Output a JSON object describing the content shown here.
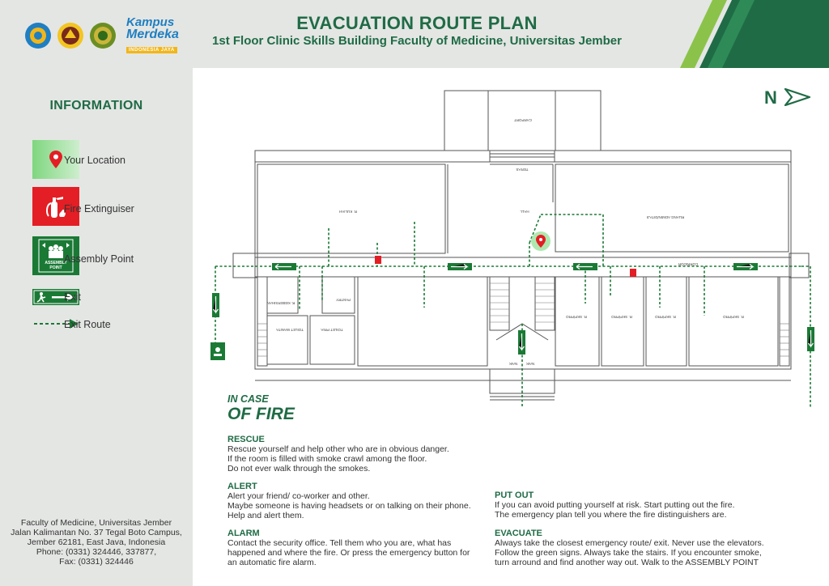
{
  "header": {
    "title": "EVACUATION ROUTE PLAN",
    "subtitle": "1st Floor Clinic Skills Building Faculty of Medicine, Universitas Jember",
    "logo_text_1": "Kampus",
    "logo_text_2": "Merdeka",
    "logo_text_3": "INDONESIA JAYA"
  },
  "info": {
    "title": "INFORMATION",
    "legend": {
      "location": "Your Location",
      "extinguisher": "Fire Extinguiser",
      "assembly": "Assembly Point",
      "exit": "Exit",
      "route": "Exit Route"
    },
    "assembly_sign_text_1": "ASSEMBLY",
    "assembly_sign_text_2": "POINT",
    "address": [
      "Faculty of Medicine, Universitas Jember",
      "Jalan Kalimantan No. 37 Tegal Boto Campus,",
      "Jember 62181, East Java, Indonesia",
      "Phone: (0331) 324446, 337877,",
      "Fax: (0331) 324446"
    ]
  },
  "map": {
    "north": "N",
    "rooms": {
      "carport": "CARPORT",
      "teras": "TERAS",
      "kuliah": "R. KULIAH",
      "hall": "HALL",
      "ruang": "RUANG ADMIN/DITAJI",
      "corridor": "CORRIDOR",
      "kebersihan": "R. KEBERSIHAN",
      "pantry": "PANTRY",
      "toilet_w": "TOILET WANITA",
      "toilet_p": "TOILET PRIA",
      "skp1": "R. SKP/PRO",
      "skp2": "R. SKP/PRO",
      "skp3": "R. SKP/PRO",
      "skp4": "R. SKP/PRO",
      "naik1": "NAIK",
      "naik2": "NAIK"
    }
  },
  "fire": {
    "line1": "IN CASE",
    "line2": "OF FIRE",
    "rescue": {
      "heading": "RESCUE",
      "lines": [
        "Rescue yourself and help other who are in obvious danger.",
        "If the room is filled with smoke crawl among the floor.",
        "Do not ever walk through the smokes."
      ]
    },
    "alert": {
      "heading": "ALERT",
      "lines": [
        "Alert your friend/ co-worker and other.",
        "Maybe someone is having headsets or on talking on their phone.",
        "Help and alert them."
      ]
    },
    "alarm": {
      "heading": "ALARM",
      "lines": [
        "Contact the security office. Tell them who you are, what has",
        "happened and where the fire. Or press the emergency button for",
        "an automatic fire alarm."
      ]
    },
    "putout": {
      "heading": "PUT OUT",
      "lines": [
        "If you can avoid putting yourself at risk. Start putting out the fire.",
        "The emergency plan tell you where the fire distinguishers are."
      ]
    },
    "evacuate": {
      "heading": "EVACUATE",
      "lines": [
        "Always take the closest emergency route/ exit. Never use the elevators.",
        "Follow the green signs. Always take the stairs. If you encounter smoke,",
        "turn arround and find another way out. Walk to the ASSEMBLY POINT"
      ]
    }
  },
  "colors": {
    "green_dark": "#1f6b45",
    "green_sign": "#1a7a35",
    "red": "#e31e24",
    "sidebar_bg": "#e4e6e4"
  }
}
